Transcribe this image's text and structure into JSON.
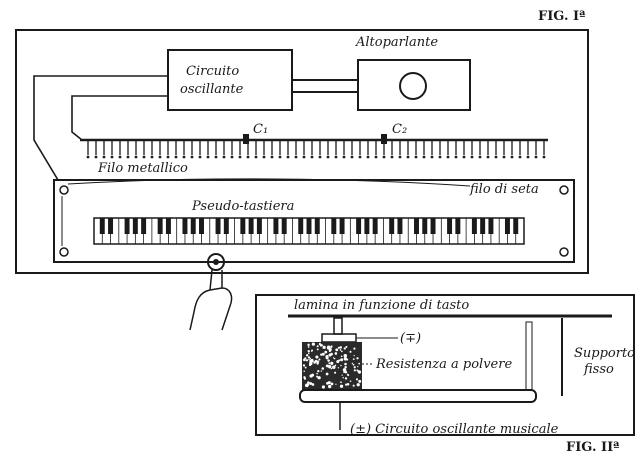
{
  "figure1": {
    "fig_label": "FIG. Iª",
    "speaker_label": "Altoparlante",
    "oscillator_label_line1": "Circuito",
    "oscillator_label_line2": "oscillante",
    "contact1_label": "C₁",
    "contact2_label": "C₂",
    "wire_label": "Filo metallico",
    "silk_thread_label": "filo di seta",
    "keyboard_label": "Pseudo-tastiera"
  },
  "figure2": {
    "fig_label": "FIG. IIª",
    "lamina_label": "lamina in funzione di tasto",
    "minus_label": "(∓)",
    "resistance_label": "Resistenza a polvere",
    "support_label_line1": "Supporto",
    "support_label_line2": "fisso",
    "circuit_label": "(±) Circuito oscillante musicale"
  },
  "colors": {
    "ink": "#1a1a1a",
    "paper": "#ffffff"
  }
}
